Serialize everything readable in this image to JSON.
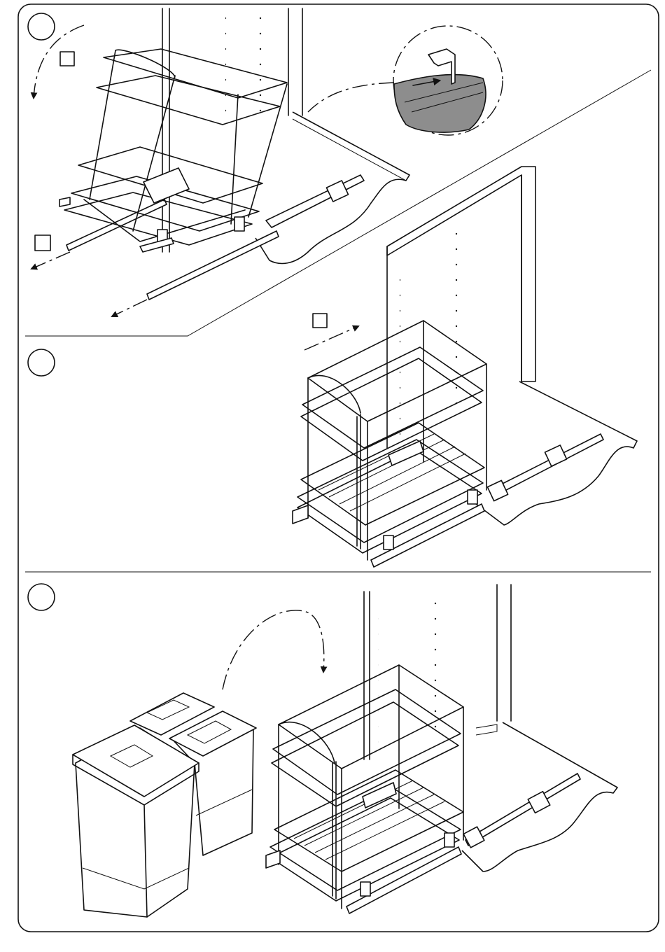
{
  "document": {
    "type": "assembly-instruction-sheet",
    "steps": [
      {
        "id": "step-1",
        "number": "",
        "markers": [
          "",
          ""
        ]
      },
      {
        "id": "step-2",
        "number": "",
        "markers": [
          ""
        ]
      },
      {
        "id": "step-3",
        "number": ""
      }
    ]
  },
  "colors": {
    "line": "#111111",
    "paper": "#ffffff",
    "detail_shading": "#8d8d8d",
    "frame": "#111111"
  },
  "icons": [
    "rotate-arrow-icon",
    "pull-out-arrow-icon",
    "push-in-arrow-icon",
    "insert-arrow-icon",
    "detail-magnifier-icon"
  ]
}
